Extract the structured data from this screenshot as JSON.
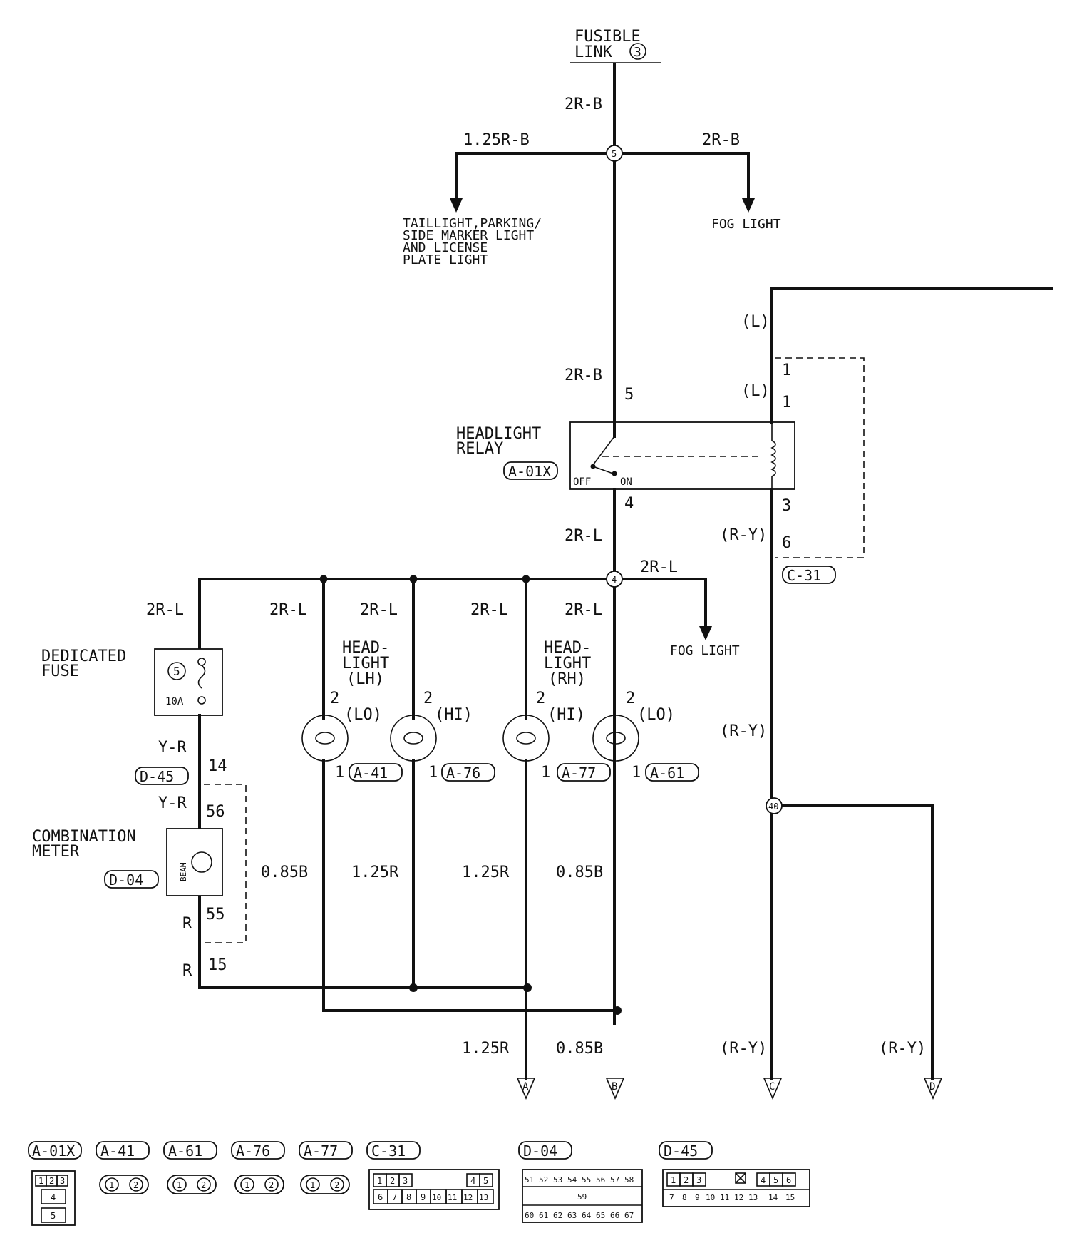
{
  "fusible_link": {
    "line1": "FUSIBLE",
    "line2": "LINK",
    "number": "3"
  },
  "wires": {
    "main_top": "2R-B",
    "left_branch": "1.25R-B",
    "right_branch": "2R-B",
    "relay_in": "2R-B",
    "relay_out": "2R-L",
    "fog_branch": "2R-L",
    "fuse_feed": "2R-L",
    "lh_lo": "2R-L",
    "lh_hi": "2R-L",
    "rh_hi": "2R-L",
    "rh_lo": "2R-L",
    "meter_feed": "Y-R",
    "meter_feed2": "Y-R",
    "meter_ret": "R",
    "meter_ret2": "R",
    "ground_lh_lo": "0.85B",
    "ground_lh_hi": "1.25R",
    "ground_rh_hi": "1.25R",
    "ground_rh_lo": "0.85B",
    "out_a": "1.25R",
    "out_b": "0.85B",
    "coil_in": "(L)",
    "coil_in2": "(L)",
    "coil_out": "(R-Y)",
    "coil_down": "(R-Y)",
    "out_c": "(R-Y)",
    "out_d": "(R-Y)"
  },
  "junctions": {
    "j5": "5",
    "j4": "4",
    "j40": "40"
  },
  "arrows": {
    "taillight": [
      "TAILLIGHT,PARKING/",
      "SIDE MARKER LIGHT",
      "AND LICENSE",
      "PLATE LIGHT"
    ],
    "fog1": "FOG LIGHT",
    "fog2": "FOG LIGHT"
  },
  "relay": {
    "title": [
      "HEADLIGHT",
      "RELAY"
    ],
    "connector": "A-01X",
    "off": "OFF",
    "on": "ON",
    "pin_in": "5",
    "pin_out": "4",
    "pin_coil_in": "1",
    "pin_coil_out": "3"
  },
  "c31": {
    "label": "C-31",
    "pin_top": "1",
    "pin_bottom": "6"
  },
  "fuse": {
    "title": [
      "DEDICATED",
      "FUSE"
    ],
    "number": "5",
    "rating": "10A"
  },
  "meter": {
    "title": [
      "COMBINATION",
      "METER"
    ],
    "connector": "D-04",
    "lamp": "BEAM",
    "pin_in": "56",
    "pin_out": "55"
  },
  "d45": {
    "label": "D-45",
    "pin_top": "14",
    "pin_bottom": "15"
  },
  "headlights": {
    "lh_title": [
      "HEAD-",
      "LIGHT",
      "(LH)"
    ],
    "rh_title": [
      "HEAD-",
      "LIGHT",
      "(RH)"
    ],
    "lamps": [
      {
        "pin_top": "2",
        "mode": "(LO)",
        "pin_bottom": "1",
        "connector": "A-41"
      },
      {
        "pin_top": "2",
        "mode": "(HI)",
        "pin_bottom": "1",
        "connector": "A-76"
      },
      {
        "pin_top": "2",
        "mode": "(HI)",
        "pin_bottom": "1",
        "connector": "A-77"
      },
      {
        "pin_top": "2",
        "mode": "(LO)",
        "pin_bottom": "1",
        "connector": "A-61"
      }
    ]
  },
  "outputs": {
    "a": "A",
    "b": "B",
    "c": "C",
    "d": "D"
  },
  "legend": {
    "connectors": [
      "A-01X",
      "A-41",
      "A-61",
      "A-76",
      "A-77",
      "C-31",
      "D-04",
      "D-45"
    ],
    "a01x_pins": [
      "1",
      "2",
      "3",
      "4",
      "5"
    ],
    "two_pin": [
      "1",
      "2"
    ],
    "c31_top": [
      "1",
      "2",
      "3",
      "4",
      "5"
    ],
    "c31_bottom": [
      "6",
      "7",
      "8",
      "9",
      "10",
      "11",
      "12",
      "13"
    ],
    "d04_top": [
      "51",
      "52",
      "53",
      "54",
      "55",
      "56",
      "57",
      "58"
    ],
    "d04_mid": "59",
    "d04_bottom": [
      "60",
      "61",
      "62",
      "63",
      "64",
      "65",
      "66",
      "67"
    ],
    "d45_top": [
      "1",
      "2",
      "3",
      "4",
      "5",
      "6"
    ],
    "d45_bottom": [
      "7",
      "8",
      "9",
      "10",
      "11",
      "12",
      "13",
      "14",
      "15"
    ]
  }
}
